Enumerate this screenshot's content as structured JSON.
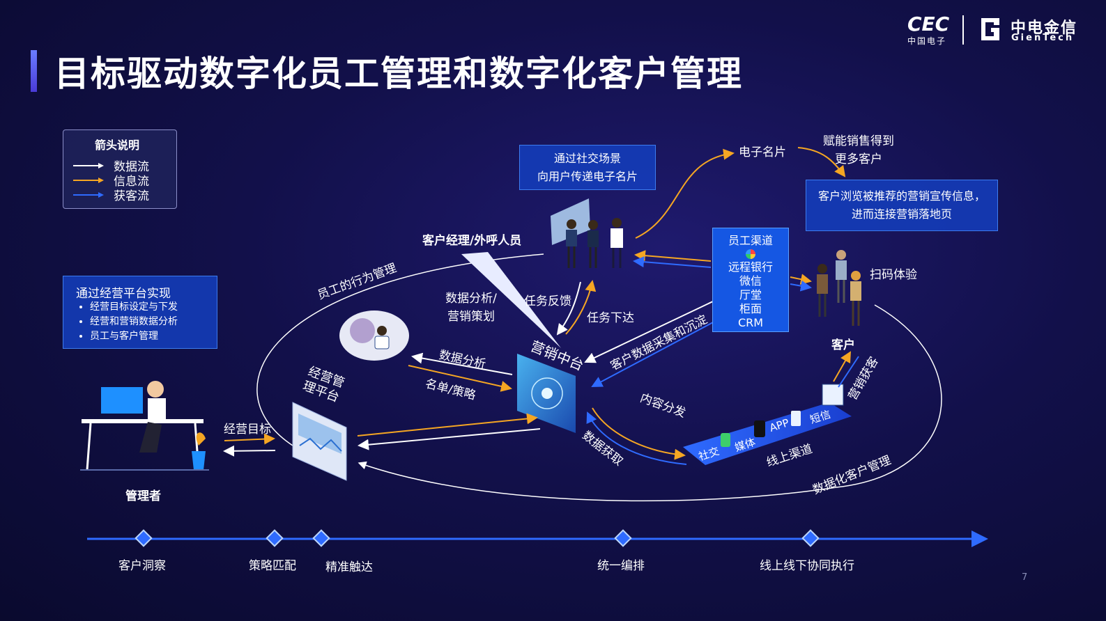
{
  "title": "目标驱动数字化员工管理和数字化客户管理",
  "logo": {
    "cec": "CEC",
    "cec_sub": "中国电子",
    "gien": "中电金信",
    "gien_sub": "GienTech"
  },
  "legend": {
    "title": "箭头说明",
    "items": [
      {
        "label": "数据流",
        "color": "#ffffff"
      },
      {
        "label": "信息流",
        "color": "#f5a623"
      },
      {
        "label": "获客流",
        "color": "#2f6bff"
      }
    ]
  },
  "info_box": {
    "title": "通过经营平台实现",
    "items": [
      "经营目标设定与下发",
      "经营和营销数据分析",
      "员工与客户管理"
    ]
  },
  "social_box": {
    "line1": "通过社交场景",
    "line2": "向用户传递电子名片"
  },
  "customer_box": {
    "line1": "客户浏览被推荐的营销宣传信息，",
    "line2": "进而连接营销落地页"
  },
  "channel_box": {
    "title": "员工渠道",
    "items": [
      "远程银行",
      "微信",
      "厅堂",
      "柜面",
      "CRM"
    ]
  },
  "labels": {
    "manager": "管理者",
    "business_goal": "经营目标",
    "platform": "经营管理平台",
    "account_manager": "客户经理/外呼人员",
    "behavior_mgmt": "员工的行为管理",
    "data_analysis_strategy": "数据分析/营销策划",
    "task_feedback": "任务反馈",
    "task_dispatch": "任务下达",
    "data_analysis": "数据分析",
    "list_strategy": "名单/策略",
    "marketing_center": "营销中台",
    "customer_data": "客户数据采集和沉淀",
    "content_dist": "内容分发",
    "data_acquire": "数据获取",
    "e_card": "电子名片",
    "empower_sales": "赋能销售得到更多客户",
    "scan_experience": "扫码体验",
    "customer": "客户",
    "marketing_acquire": "营销获客",
    "online_channel": "线上渠道",
    "digital_customer_mgmt": "数据化客户管理",
    "social": "社交",
    "media": "媒体",
    "app": "APP",
    "sms": "短信"
  },
  "timeline": [
    "客户洞察",
    "策略匹配",
    "精准触达",
    "统一编排",
    "线上线下协同执行"
  ],
  "page_number": "7"
}
